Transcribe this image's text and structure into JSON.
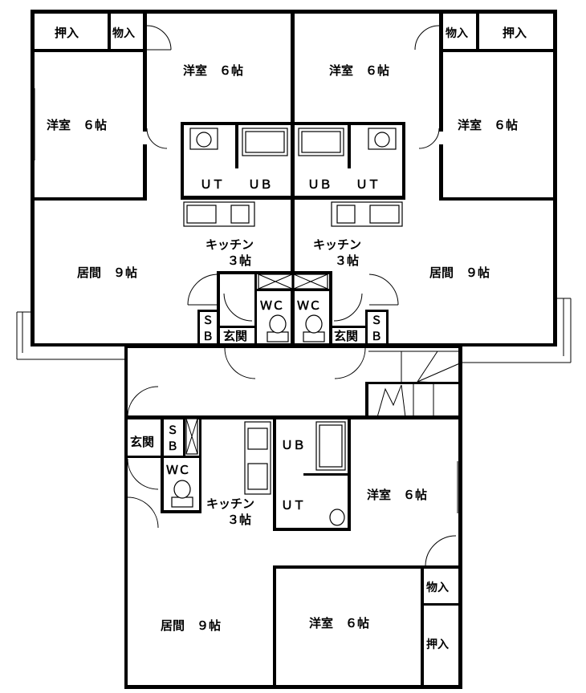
{
  "rooms": {
    "tl_storage": "押入",
    "tl_closet": "物入",
    "tr_closet": "物入",
    "tr_storage": "押入",
    "tl_western_main": "洋室　６帖",
    "tr_western_main": "洋室　６帖",
    "tl_western_side": "洋室　６帖",
    "tr_western_side": "洋室　６帖",
    "tl_ut_ub": "ＵＴ　　ＵＢ",
    "tr_ub_ut": "ＵＢ　　ＵＴ",
    "tl_kitchen_1": "キッチン",
    "tl_kitchen_2": "３帖",
    "tr_kitchen_1": "キッチン",
    "tr_kitchen_2": "３帖",
    "tl_living": "居間　９帖",
    "tr_living": "居間　９帖",
    "tl_wc": "ＷＣ",
    "tr_wc": "ＷＣ",
    "tl_sb_1": "Ｓ",
    "tl_sb_2": "Ｂ",
    "tr_sb_1": "Ｓ",
    "tr_sb_2": "Ｂ",
    "tl_entrance": "玄関",
    "tr_entrance": "玄関",
    "b_entrance": "玄関",
    "b_sb_1": "Ｓ",
    "b_sb_2": "Ｂ",
    "b_wc": "ＷＣ",
    "b_ub": "ＵＢ",
    "b_ut": "ＵＴ",
    "b_kitchen_1": "キッチン",
    "b_kitchen_2": "３帖",
    "b_western_upper": "洋室　６帖",
    "b_closet": "物入",
    "b_storage": "押入",
    "b_living": "居間　９帖",
    "b_western_lower": "洋室　６帖"
  }
}
